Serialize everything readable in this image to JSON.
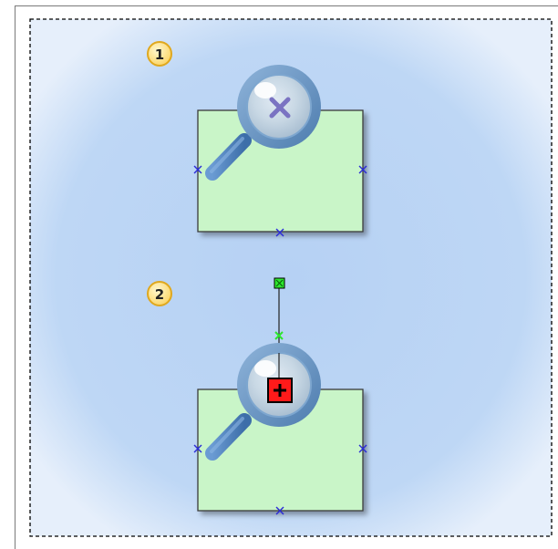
{
  "steps": [
    {
      "number": "1",
      "state": "connection point hovered (x marker)"
    },
    {
      "number": "2",
      "state": "connection point selected (red + marker) with rotation handle"
    }
  ],
  "colors": {
    "page_frame": "#7a7a7a",
    "drawing_page_background": "#b9d4f4",
    "drawing_page_border": "#000000",
    "shape_fill": "#c9f5c8",
    "shape_border": "#3a3a3a",
    "connection_point": "#2a2ad8",
    "badge_fill": "#fde08a",
    "badge_border": "#e0a81e",
    "magnifier_rim": "#5f8fc0",
    "magnifier_handle": "#4c7fbf",
    "selected_point_fill": "#ff1a1a",
    "rotation_handle_fill": "#2ee62e"
  },
  "icons": {
    "magnifier": "magnifier-icon",
    "hover_marker": "x-marker-icon",
    "selected_marker": "plus-marker-icon",
    "rotation_handle": "rotation-handle-icon"
  }
}
